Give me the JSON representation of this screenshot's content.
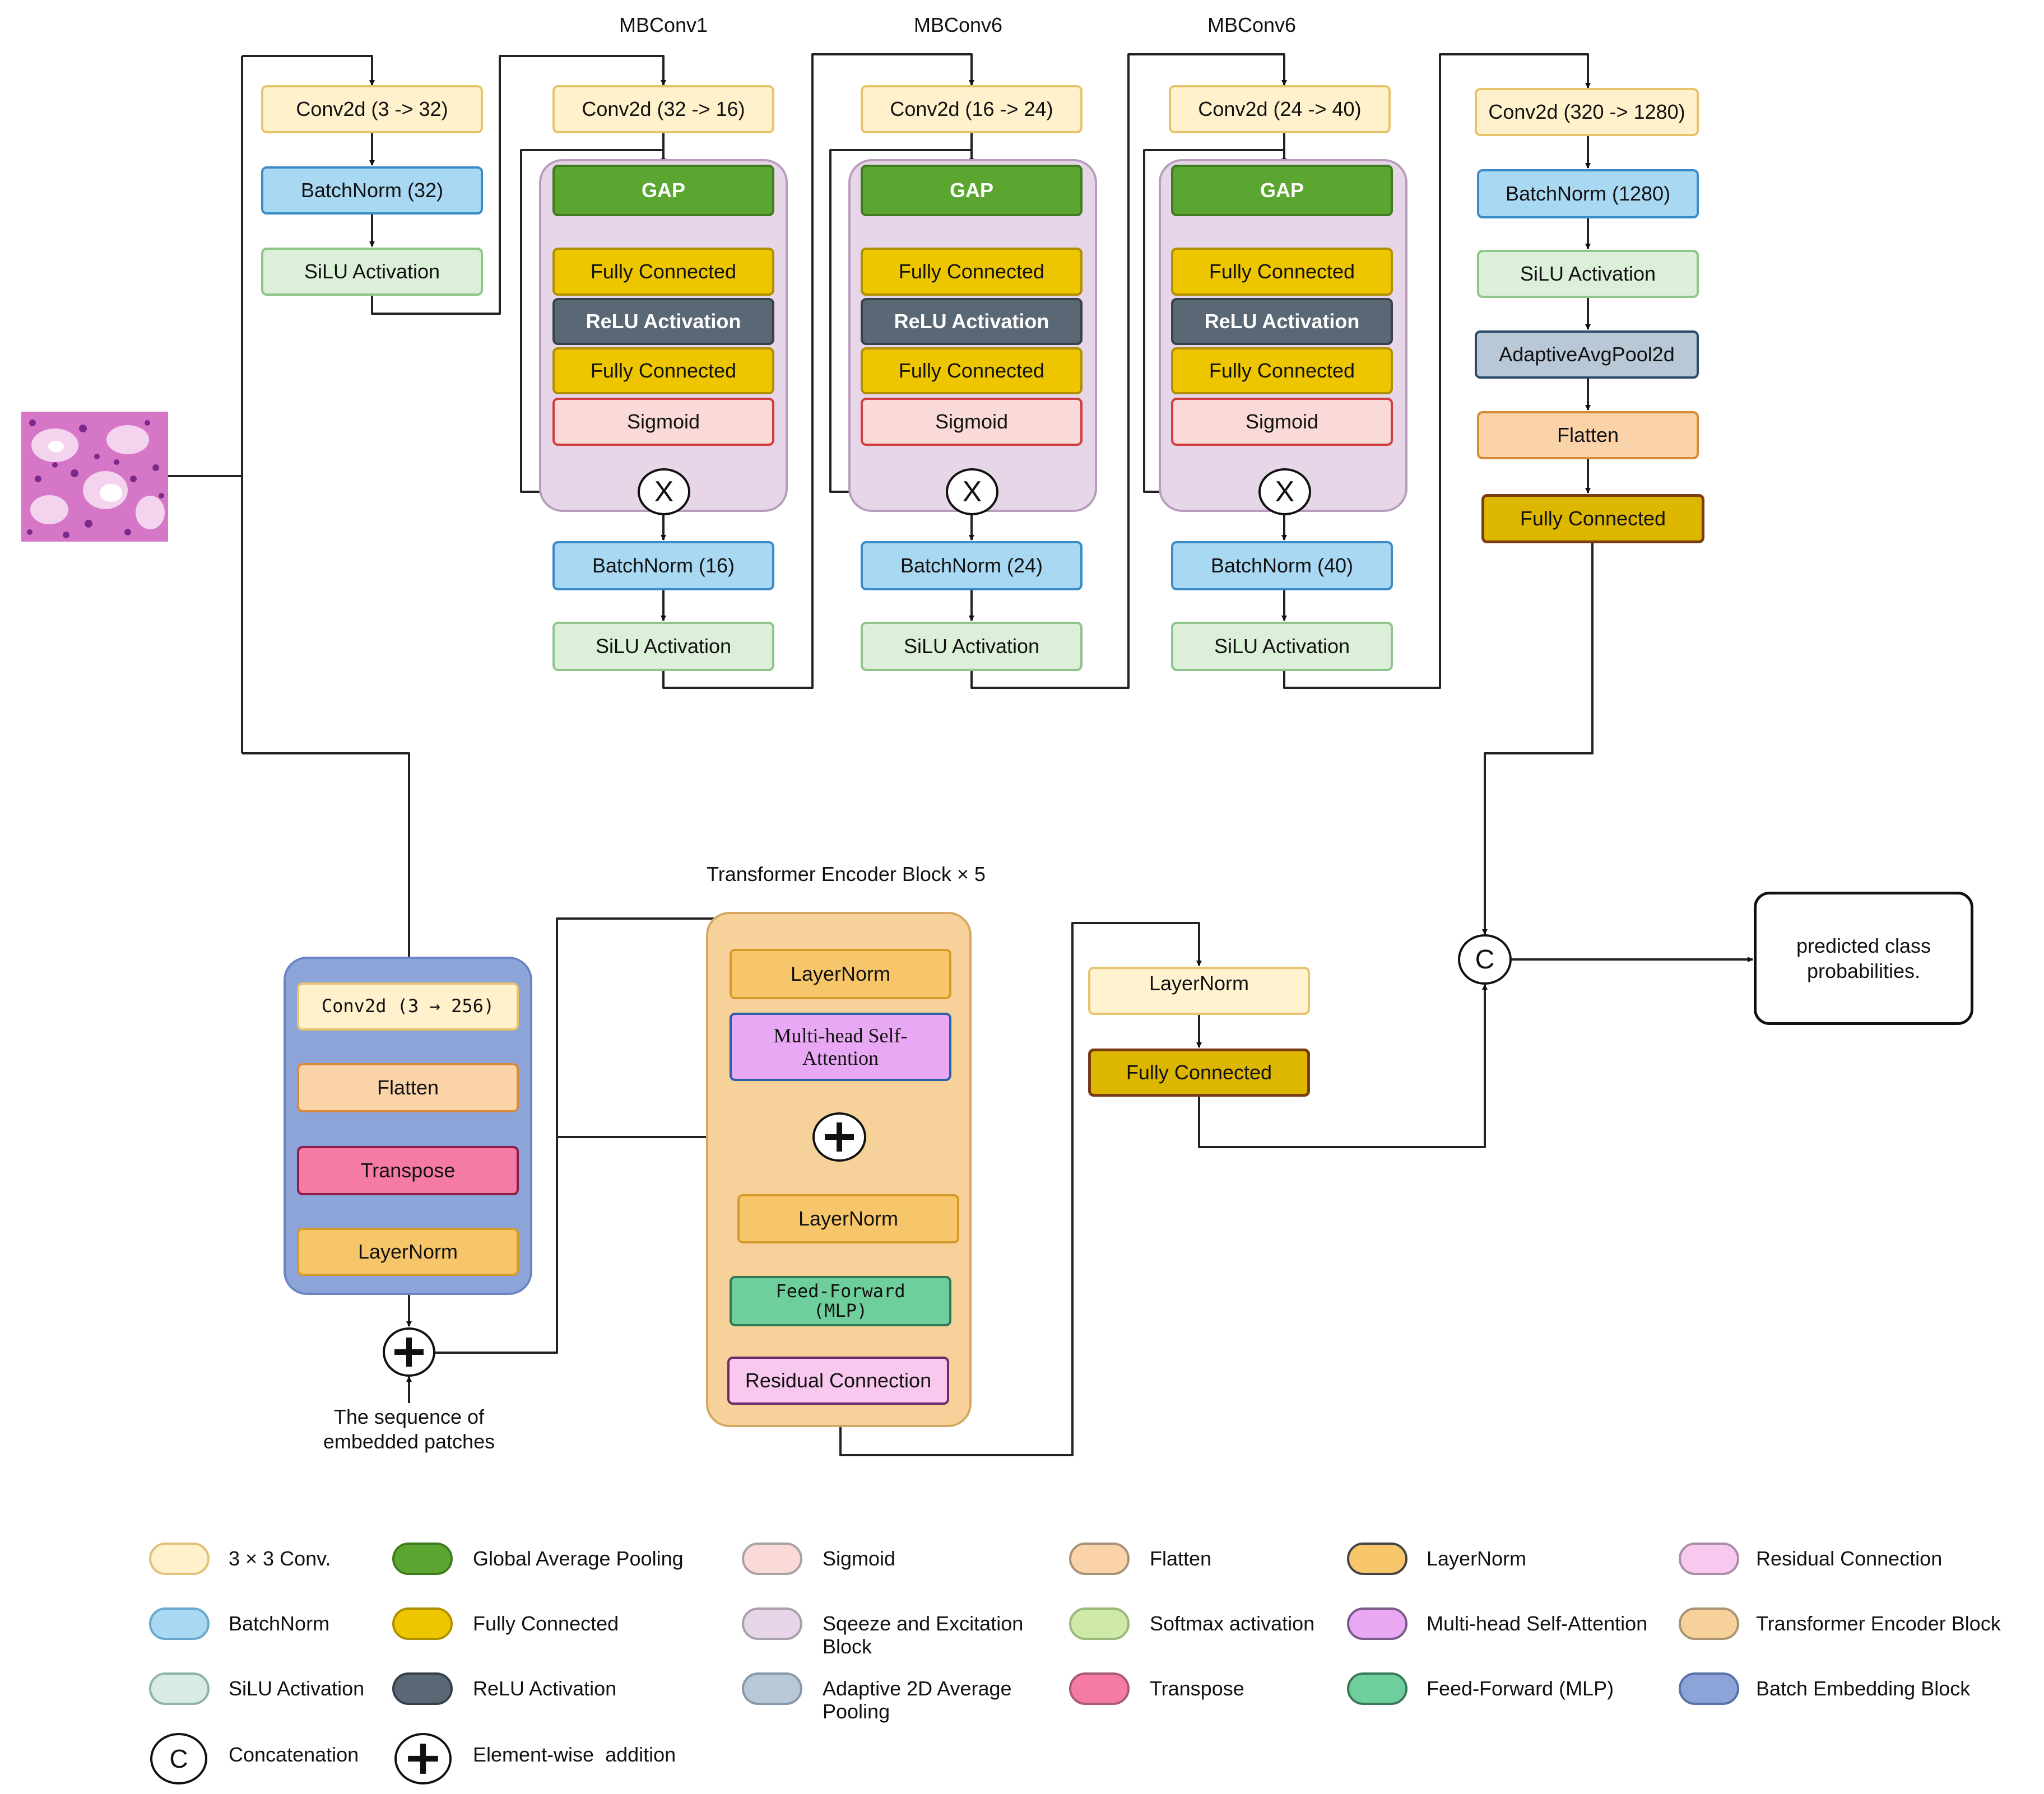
{
  "colors": {
    "conv": "#fff1cc",
    "batchnorm": "#a9d8f3",
    "silu": "#dcefd8",
    "gap": "#5aa631",
    "fully_connected": "#eec600",
    "relu": "#5a6775",
    "sigmoid": "#f9dad8",
    "squeeze_excitation": "#e7d6e8",
    "adaptive_pool": "#b8c8d6",
    "flatten": "#fad3a8",
    "softmax": "#cfe9a8",
    "transpose": "#f57aa4",
    "layernorm": "#f8c66a",
    "mha": "#e8a8f4",
    "mlp": "#6ecf9c",
    "residual": "#f9c8ee",
    "transformer": "#f6d29a",
    "batch_embedding": "#8ca4d8"
  },
  "stem": {
    "conv": "Conv2d (3 -> 32)",
    "bn": "BatchNorm (32)",
    "silu": "SiLU Activation"
  },
  "mbconv": [
    {
      "title": "MBConv1",
      "conv": "Conv2d (32 -> 16)",
      "gap": "GAP",
      "fc1": "Fully Connected",
      "relu": "ReLU Activation",
      "fc2": "Fully Connected",
      "sig": "Sigmoid",
      "mult": "X",
      "bn": "BatchNorm (16)",
      "silu": "SiLU Activation"
    },
    {
      "title": "MBConv6",
      "conv": "Conv2d (16 -> 24)",
      "gap": "GAP",
      "fc1": "Fully Connected",
      "relu": "ReLU Activation",
      "fc2": "Fully Connected",
      "sig": "Sigmoid",
      "mult": "X",
      "bn": "BatchNorm (24)",
      "silu": "SiLU Activation"
    },
    {
      "title": "MBConv6",
      "conv": "Conv2d (24 -> 40)",
      "gap": "GAP",
      "fc1": "Fully Connected",
      "relu": "ReLU Activation",
      "fc2": "Fully Connected",
      "sig": "Sigmoid",
      "mult": "X",
      "bn": "BatchNorm (40)",
      "silu": "SiLU Activation"
    }
  ],
  "head": {
    "conv": "Conv2d (320 -> 1280)",
    "bn": "BatchNorm (1280)",
    "silu": "SiLU Activation",
    "pool": "AdaptiveAvgPool2d",
    "flatten": "Flatten",
    "fc": "Fully Connected"
  },
  "embedding": {
    "conv": "Conv2d (3 → 256)",
    "flatten": "Flatten",
    "transpose": "Transpose",
    "ln": "LayerNorm",
    "caption_line1": "The sequence of",
    "caption_line2": "embedded patches"
  },
  "transformer": {
    "title": "Transformer Encoder Block × 5",
    "ln1": "LayerNorm",
    "mha_line1": "Multi-head Self-",
    "mha_line2": "Attention",
    "ln2": "LayerNorm",
    "ff_line1": "Feed-Forward",
    "ff_line2": "(MLP)",
    "res": "Residual Connection"
  },
  "vit_head": {
    "ln": "LayerNorm",
    "fc": "Fully Connected"
  },
  "concat": "C",
  "output": {
    "line1": "predicted class",
    "line2": "probabilities."
  },
  "legend": [
    {
      "key": "conv",
      "label": "3 × 3 Conv."
    },
    {
      "key": "gap",
      "label": "Global Average Pooling"
    },
    {
      "key": "sigmoid",
      "label": "Sigmoid"
    },
    {
      "key": "flatten",
      "label": "Flatten"
    },
    {
      "key": "layernorm",
      "label": "LayerNorm"
    },
    {
      "key": "residual",
      "label": "Residual Connection"
    },
    {
      "key": "batchnorm",
      "label": "BatchNorm"
    },
    {
      "key": "fully_connected",
      "label": "Fully Connected"
    },
    {
      "key": "squeeze_excitation",
      "label_line1": "Sqeeze and Excitation",
      "label_line2": "Block"
    },
    {
      "key": "softmax",
      "label": "Softmax activation"
    },
    {
      "key": "mha",
      "label": "Multi-head Self-Attention"
    },
    {
      "key": "transformer",
      "label": "Transformer Encoder Block"
    },
    {
      "key": "silu",
      "label": "SiLU Activation"
    },
    {
      "key": "relu",
      "label": "ReLU Activation"
    },
    {
      "key": "adaptive_pool",
      "label_line1": "Adaptive 2D Average",
      "label_line2": "Pooling"
    },
    {
      "key": "transpose",
      "label": "Transpose"
    },
    {
      "key": "mlp",
      "label": "Feed-Forward (MLP)"
    },
    {
      "key": "batch_embedding",
      "label": "Batch Embedding Block"
    },
    {
      "key": "concat",
      "symbol": "C",
      "label": "Concatenation"
    },
    {
      "key": "add",
      "label": "Element-wise  addition"
    }
  ]
}
